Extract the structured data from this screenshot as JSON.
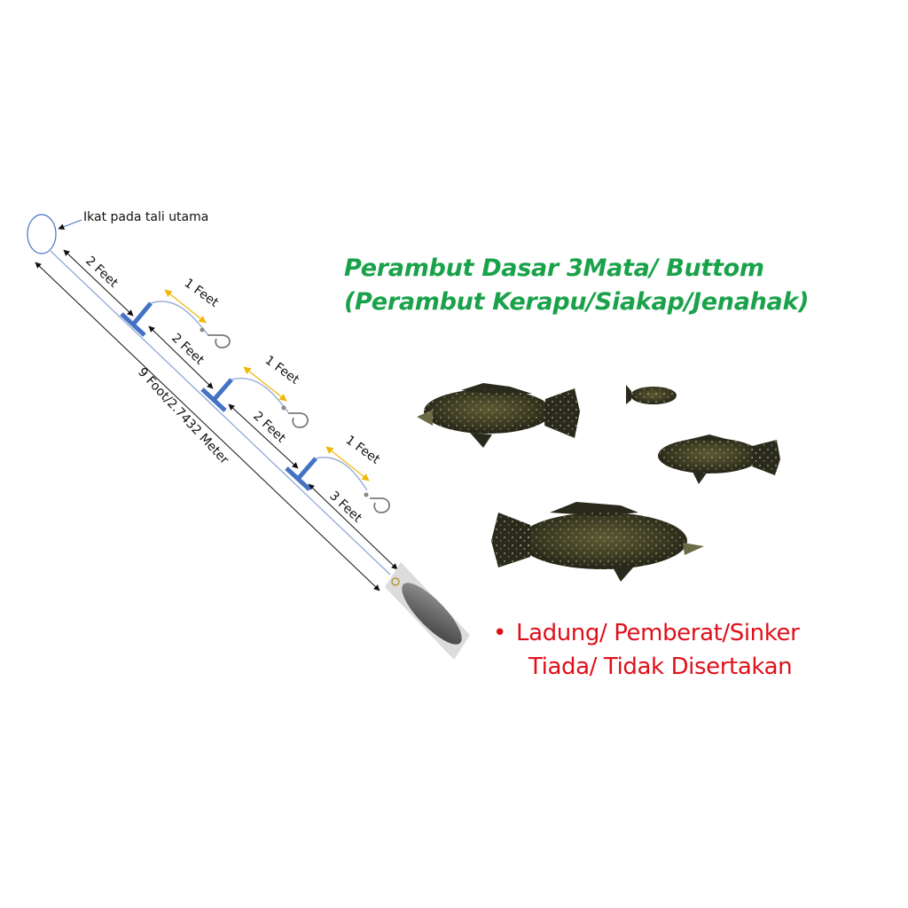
{
  "title": {
    "line1": "Perambut Dasar 3Mata/ Buttom",
    "line2": "(Perambut Kerapu/Siakap/Jenahak)",
    "color": "#1aa24a"
  },
  "note": {
    "bullet": "•",
    "line1": "Ladung/ Pemberat/Sinker",
    "line2": "Tiada/ Tidak Disertakan",
    "color": "#e0101a"
  },
  "diagram": {
    "loop_label": "Ikat pada tali utama",
    "total_length_label": "9 Foot/2.7432 Meter",
    "segments": [
      {
        "label": "2 Feet"
      },
      {
        "label": "2 Feet"
      },
      {
        "label": "2 Feet"
      },
      {
        "label": "3 Feet"
      }
    ],
    "branches": [
      {
        "label": "1 Feet"
      },
      {
        "label": "1 Feet"
      },
      {
        "label": "1 Feet"
      }
    ],
    "colors": {
      "connector": "#4472c4",
      "line": "#8fa8d8",
      "arrow_black": "#111111",
      "arrow_yellow": "#f2b705",
      "hook": "#7a7a7a"
    },
    "hooks_count": 3,
    "sinker": "sinker-image"
  },
  "fish": [
    {
      "name": "grouper-large-left"
    },
    {
      "name": "grouper-small"
    },
    {
      "name": "grouper-medium-right"
    },
    {
      "name": "grouper-large-bottom"
    }
  ]
}
